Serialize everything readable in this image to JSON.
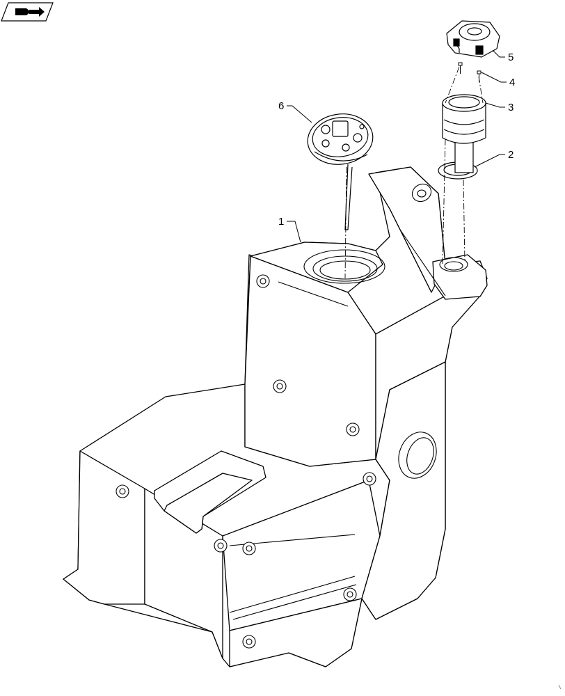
{
  "nav_icon": "book-arrow-icon",
  "parts": [
    {
      "id": "part-1",
      "label": "1",
      "name": "tank-body"
    },
    {
      "id": "part-2",
      "label": "2",
      "name": "seal-ring"
    },
    {
      "id": "part-3",
      "label": "3",
      "name": "filler-neck"
    },
    {
      "id": "part-4",
      "label": "4",
      "name": "screw"
    },
    {
      "id": "part-5",
      "label": "5",
      "name": "filler-cap"
    },
    {
      "id": "part-6",
      "label": "6",
      "name": "fuel-level-sender"
    }
  ],
  "colors": {
    "line": "#000000",
    "background": "#ffffff"
  }
}
